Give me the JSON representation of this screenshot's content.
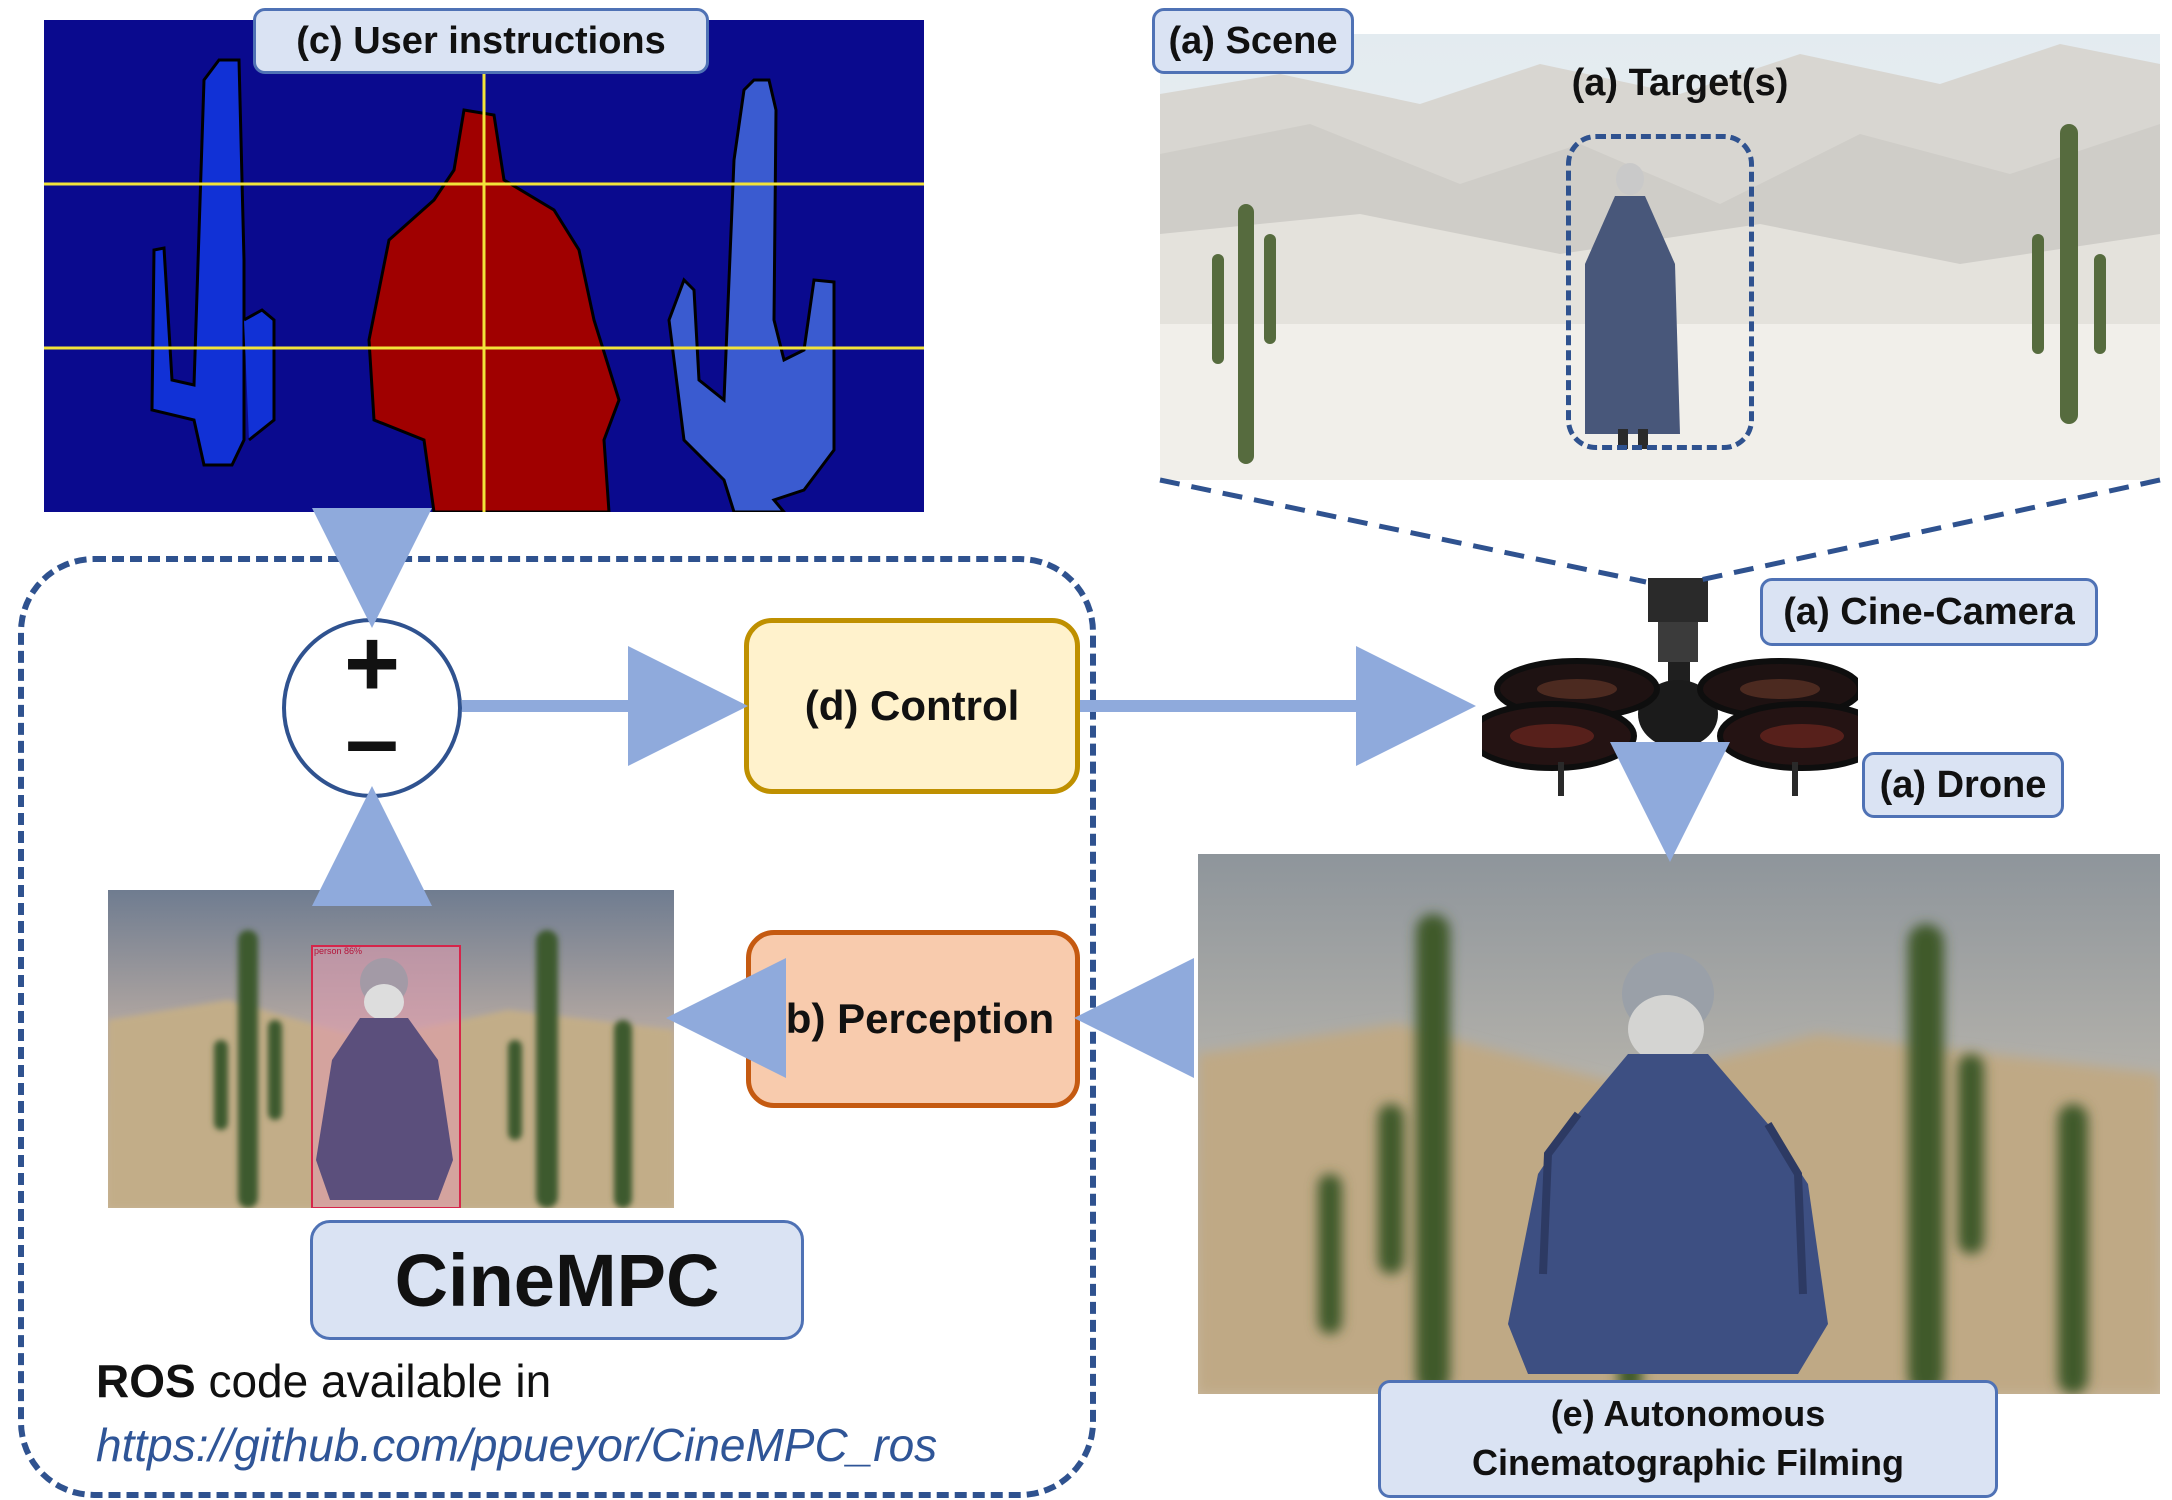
{
  "labels": {
    "user_instructions": "(c) User instructions",
    "scene": "(a) Scene",
    "targets": "(a) Target(s)",
    "cine_camera": "(a) Cine-Camera",
    "drone": "(a) Drone",
    "control": "(d) Control",
    "perception": "(b) Perception",
    "cinempc": "CineMPC",
    "filming_line1": "(e) Autonomous",
    "filming_line2": "Cinematographic Filming",
    "detection_tag": "person 86%"
  },
  "code": {
    "ros_bold": "ROS",
    "ros_rest": " code available in",
    "url": "https://github.com/ppueyor/CineMPC_ros"
  },
  "sum_junction": {
    "plus": "+",
    "minus": "–"
  },
  "colors": {
    "arrow": "#8faadc",
    "dashed_border": "#2f528f",
    "label_fill": "#dae3f3",
    "label_border": "#4f72b5",
    "control_fill": "#fff2cc",
    "control_border": "#bf9000",
    "perception_fill": "#f8cbad",
    "perception_border": "#c55a11",
    "segmentation_bg": "#0a0a8e",
    "segmentation_person": "#a00000",
    "segmentation_cactus_left": "#1131d6",
    "segmentation_cactus_right": "#3a5bd0",
    "guide_lines": "#f2e33a"
  }
}
